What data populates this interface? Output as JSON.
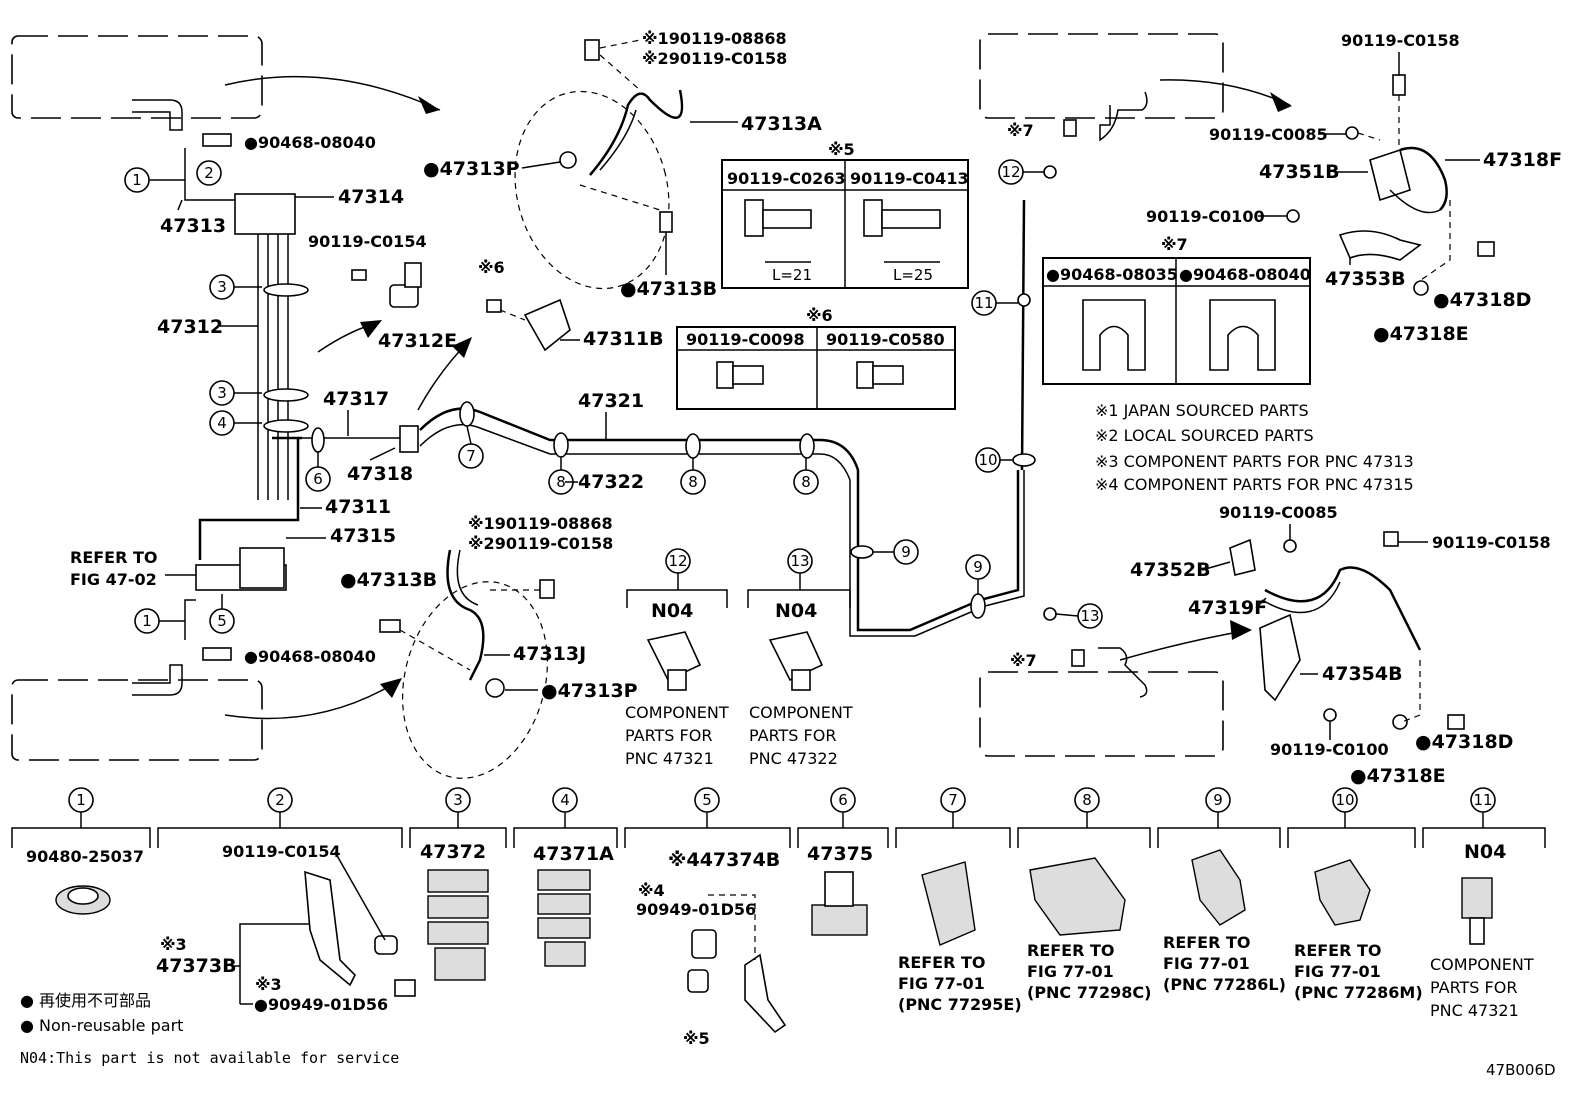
{
  "callouts": {
    "j90119_08868_a": "※190119-08868",
    "j90119_c0158_a": "※290119-C0158",
    "p47313A": "47313A",
    "p47313P_a": "●47313P",
    "p47313B_a": "●47313B",
    "p90468_08040_a": "●90468-08040",
    "p47314": "47314",
    "p47313": "47313",
    "p90119_c0154_a": "90119-C0154",
    "p47312": "47312",
    "p47312E": "47312E",
    "n6a": "※6",
    "p47311B": "47311B",
    "p47317": "47317",
    "p47321": "47321",
    "p47318": "47318",
    "p47322": "47322",
    "p47311": "47311",
    "p47315": "47315",
    "refer_fig47_l1": "REFER TO",
    "refer_fig47_l2": "FIG 47-02",
    "j90119_08868_b": "※190119-08868",
    "j90119_c0158_b": "※290119-C0158",
    "p47313B_b": "●47313B",
    "p47313J": "47313J",
    "p47313P_b": "●47313P",
    "p90468_08040_b": "●90468-08040",
    "n7a": "※7",
    "n7b": "※7",
    "p90119_c0158_r1": "90119-C0158",
    "p90119_c0085_r1": "90119-C0085",
    "p47351B": "47351B",
    "p47318F": "47318F",
    "p90119_c0100_r1": "90119-C0100",
    "p47353B": "47353B",
    "p47318D_a": "●47318D",
    "p47318E_a": "●47318E",
    "p90119_c0085_r2": "90119-C0085",
    "p47352B": "47352B",
    "p90119_c0158_r2": "90119-C0158",
    "p47319F": "47319F",
    "p47354B": "47354B",
    "p90119_c0100_r2": "90119-C0100",
    "p47318D_b": "●47318D",
    "p47318E_b": "●47318E"
  },
  "table5": {
    "title": "※5",
    "col1": "90119-C0263",
    "col2": "90119-C0413",
    "len1": "L=21",
    "len2": "L=25"
  },
  "table6": {
    "title": "※6",
    "col1": "90119-C0098",
    "col2": "90119-C0580"
  },
  "table7": {
    "title": "※7",
    "col1": "●90468-08035",
    "col2": "●90468-08040"
  },
  "notes": [
    "※1 JAPAN SOURCED PARTS",
    "※2 LOCAL SOURCED PARTS",
    "※3 COMPONENT PARTS FOR PNC 47313",
    "※4 COMPONENT PARTS FOR PNC 47315"
  ],
  "n04_items": [
    {
      "num": "12",
      "code": "N04",
      "line1": "COMPONENT",
      "line2": "PARTS FOR",
      "line3": "PNC 47321"
    },
    {
      "num": "13",
      "code": "N04",
      "line1": "COMPONENT",
      "line2": "PARTS FOR",
      "line3": "PNC 47322"
    }
  ],
  "bottom": {
    "c1": "90480-25037",
    "c2": "90119-C0154",
    "c2_note3a": "※3",
    "c2_47373B": "47373B",
    "c2_note3b": "※3",
    "c2_90949": "●90949-01D56",
    "c3": "47372",
    "c4": "47371A",
    "c5": "※447374B",
    "c5_note4": "※4",
    "c5_90949": "90949-01D56",
    "c5_note5": "※5",
    "c6": "47375",
    "c7_l1": "REFER TO",
    "c7_l2": "FIG 77-01",
    "c7_l3": "(PNC 77295E)",
    "c8_l1": "REFER TO",
    "c8_l2": "FIG 77-01",
    "c8_l3": "(PNC 77298C)",
    "c9_l1": "REFER TO",
    "c9_l2": "FIG 77-01",
    "c9_l3": "(PNC 77286L)",
    "c10_l1": "REFER TO",
    "c10_l2": "FIG 77-01",
    "c10_l3": "(PNC 77286M)",
    "c11": "N04",
    "c11_l1": "COMPONENT",
    "c11_l2": "PARTS FOR",
    "c11_l3": "PNC 47321"
  },
  "legend": {
    "jp": "● 再使用不可部品",
    "en": "● Non-reusable part",
    "n04": "N04:This part is not available for service"
  },
  "figure_code": "47B006D"
}
